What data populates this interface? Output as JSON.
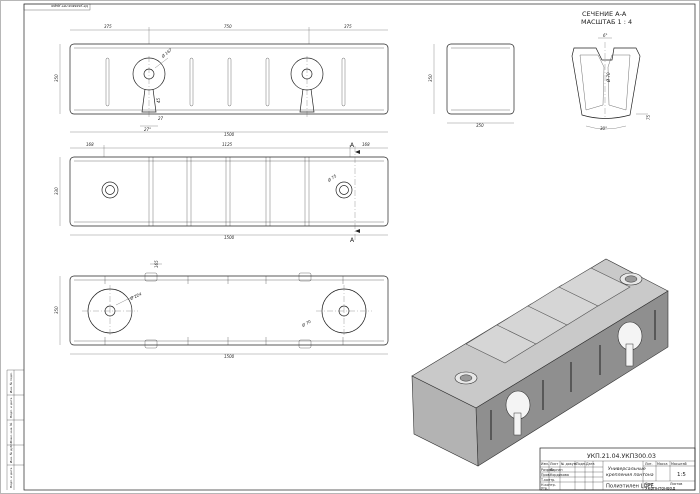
{
  "header": {
    "corner_note": "Не указана нет дыра"
  },
  "section": {
    "title": "СЕЧЕНИЕ А-А",
    "scale": "МАСШТАБ 1 : 4"
  },
  "front_view": {
    "top_dims": [
      "375",
      "750",
      "375"
    ],
    "height_dim": "350",
    "hole_dia": "Ø 167",
    "slot_width": "27",
    "slot_depth": "45",
    "slot_angle": "27°",
    "overall": "1500"
  },
  "side_view": {
    "height": "350",
    "width": "350"
  },
  "section_view": {
    "top_angle": "6°",
    "inner_dia": "Ø 70",
    "bottom_angle": "30°",
    "right_dim": "75"
  },
  "top_view": {
    "left_dim": "168",
    "center_dim": "1125",
    "right_dim": "168",
    "left_height": "330",
    "hole_dia": "Ø 75",
    "overall": "1500",
    "cut_label_top": "A",
    "cut_label_bottom": "A"
  },
  "bottom_view": {
    "top_dim": "165",
    "left_height": "350",
    "big_hole_dia": "Ø 224",
    "small_hole_dia": "Ø 70",
    "overall": "1500"
  },
  "title_block": {
    "doc_number": "УКП.21.04.УКП300.03",
    "name_line1": "Универсальные",
    "name_line2": "крепления понтона",
    "material": "Полиэтилен LDPE",
    "org": "Укрпнтонвод",
    "lit_label": "Лит.",
    "mass_label": "Масса",
    "scale_label": "Масштаб",
    "scale_value": "1:5",
    "sheet_label": "Лист",
    "sheets_label": "Листов",
    "row_labels": [
      "Изм.",
      "Лист",
      "№ докум.",
      "Подп.",
      "Дата"
    ],
    "role_labels": [
      "Разраб.",
      "Пров.",
      "Т.контр.",
      "Н.контр.",
      "Утв."
    ],
    "role_names": [
      "Каргин",
      "Кордикова",
      "",
      "",
      ""
    ]
  },
  "frame_side_labels": [
    "Инв. № подл.",
    "Подп. и дата",
    "Взам. инв. №",
    "Инв. № дубл.",
    "Подп. и дата"
  ]
}
